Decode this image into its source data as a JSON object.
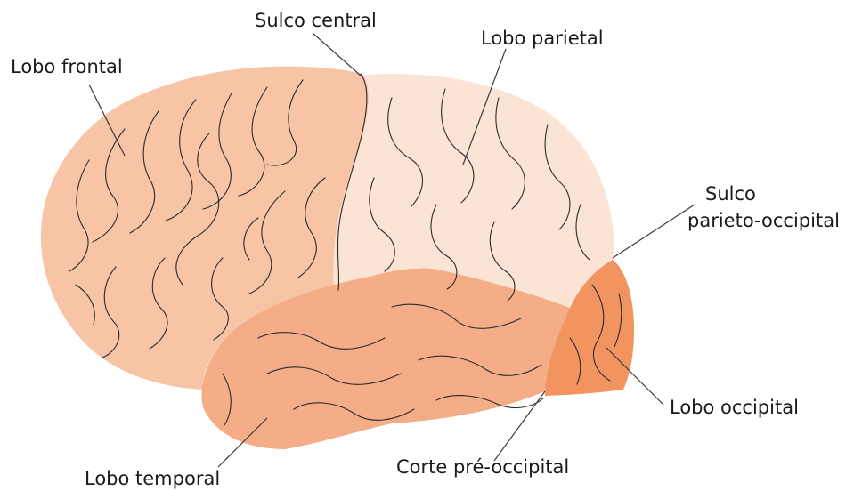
{
  "labels": {
    "frontal": "Lobo frontal",
    "central_sulcus": "Sulco central",
    "parietal": "Lobo parietal",
    "po_sulcus_line1": "Sulco",
    "po_sulcus_line2": "parieto-occipital",
    "occipital": "Lobo occipital",
    "preoccipital": "Corte pré-occipital",
    "temporal": "Lobo temporal"
  },
  "colors": {
    "frontal": "#f7c4a6",
    "parietal": "#fbe3d5",
    "temporal": "#f4ad87",
    "occipital": "#f2945f",
    "outline": "#2b2b2b"
  }
}
